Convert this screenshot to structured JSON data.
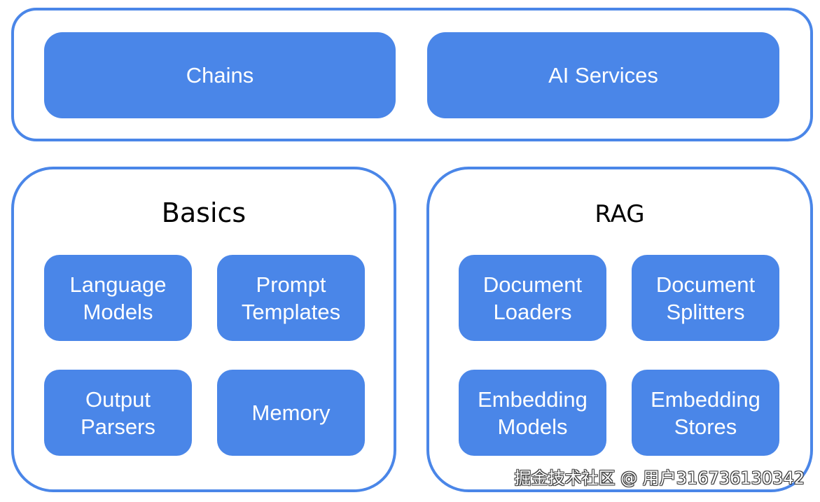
{
  "top": {
    "chains": "Chains",
    "ai_services": "AI Services"
  },
  "basics": {
    "title": "Basics",
    "items": [
      "Language\nModels",
      "Prompt\nTemplates",
      "Output\nParsers",
      "Memory"
    ]
  },
  "rag": {
    "title": "RAG",
    "items": [
      "Document\nLoaders",
      "Document\nSplitters",
      "Embedding\nModels",
      "Embedding\nStores"
    ]
  },
  "watermark": "掘金技术社区 @ 用户316736130342",
  "colors": {
    "accent": "#4a86e8",
    "text_on_accent": "#ffffff",
    "title_text": "#000000"
  }
}
